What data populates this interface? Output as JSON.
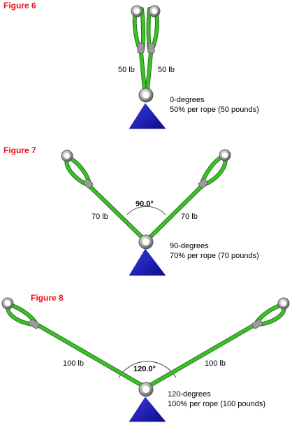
{
  "colors": {
    "figure_label": "#e8101a",
    "rope": "#3fbf2a",
    "rope_dark": "#1d7a14",
    "ring": "#9a9a9a",
    "ring_dark": "#555555",
    "base": "#1515b0",
    "sleeve": "#9b9b9b"
  },
  "figures": [
    {
      "label": "Figure 6",
      "left_load": "50 lb",
      "right_load": "50 lb",
      "angle_label": "",
      "caption_line1": "0-degrees",
      "caption_line2": "50% per rope (50 pounds)"
    },
    {
      "label": "Figure 7",
      "left_load": "70 lb",
      "right_load": "70 lb",
      "angle_label": "90.0°",
      "caption_line1": "90-degrees",
      "caption_line2": "70% per rope (70 pounds)"
    },
    {
      "label": "Figure 8",
      "left_load": "100 lb",
      "right_load": "100 lb",
      "angle_label": "120.0°",
      "caption_line1": "120-degrees",
      "caption_line2": "100% per rope (100 pounds)"
    }
  ]
}
